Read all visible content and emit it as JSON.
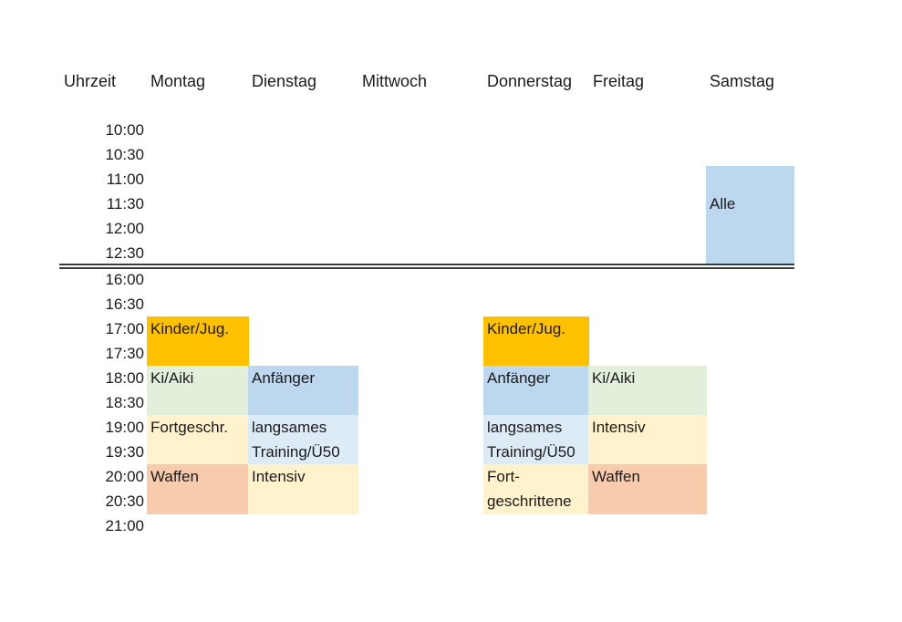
{
  "headers": {
    "time": "Uhrzeit",
    "mon": "Montag",
    "tue": "Dienstag",
    "wed": "Mittwoch",
    "thu": "Donnerstag",
    "fri": "Freitag",
    "sat": "Samstag"
  },
  "times": [
    "10:00",
    "10:30",
    "11:00",
    "11:30",
    "12:00",
    "12:30",
    "16:00",
    "16:30",
    "17:00",
    "17:30",
    "18:00",
    "18:30",
    "19:00",
    "19:30",
    "20:00",
    "20:30",
    "21:00"
  ],
  "blocks": {
    "sat_alle": "Alle",
    "mon_kinder": "Kinder/Jug.",
    "mon_kiaiki": "Ki/Aiki",
    "mon_fortgeschr": "Fortgeschr.",
    "mon_waffen": "Waffen",
    "tue_anfaenger": "Anfänger",
    "tue_langsames_1": "langsames",
    "tue_langsames_2": "Training/Ü50",
    "tue_intensiv": "Intensiv",
    "thu_kinder": "Kinder/Jug.",
    "thu_anfaenger": "Anfänger",
    "thu_langsames_1": "langsames",
    "thu_langsames_2": "Training/Ü50",
    "thu_fort_1": "Fort-",
    "thu_fort_2": "geschrittene",
    "fri_kiaiki": "Ki/Aiki",
    "fri_intensiv": "Intensiv",
    "fri_waffen": "Waffen"
  },
  "colors": {
    "kinder": "#ffc000",
    "kiaiki": "#e2efda",
    "anfaenger": "#bdd7ee",
    "langsames": "#ddebf7",
    "fortgeschritten": "#fff2cc",
    "waffen": "#f8cbad"
  }
}
